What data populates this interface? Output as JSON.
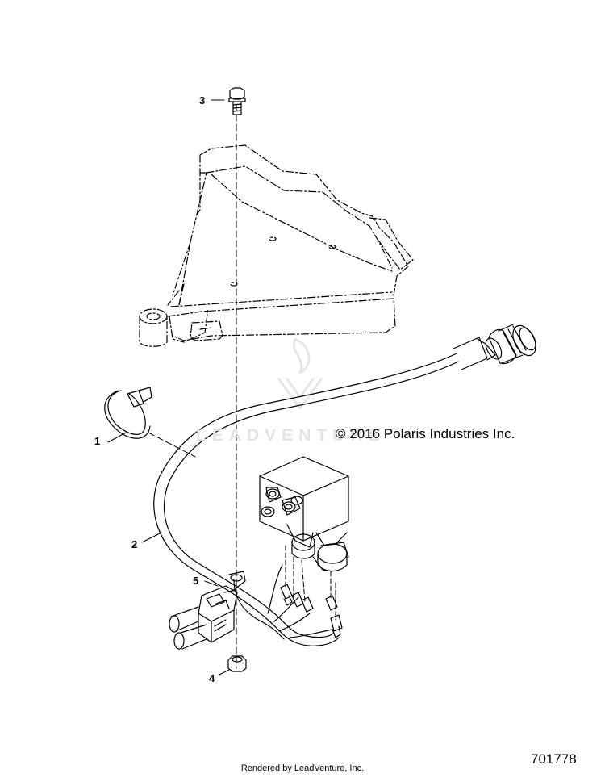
{
  "callouts": {
    "c1": "1",
    "c2": "2",
    "c3": "3",
    "c4": "4",
    "c5": "5"
  },
  "copyright": "© 2016 Polaris Industries Inc.",
  "diagram_id": "701778",
  "footer": "Rendered by LeadVenture, Inc.",
  "watermark": "LEADVENTURE",
  "colors": {
    "line": "#000000",
    "watermark": "#e4e4e4",
    "background": "#ffffff"
  }
}
